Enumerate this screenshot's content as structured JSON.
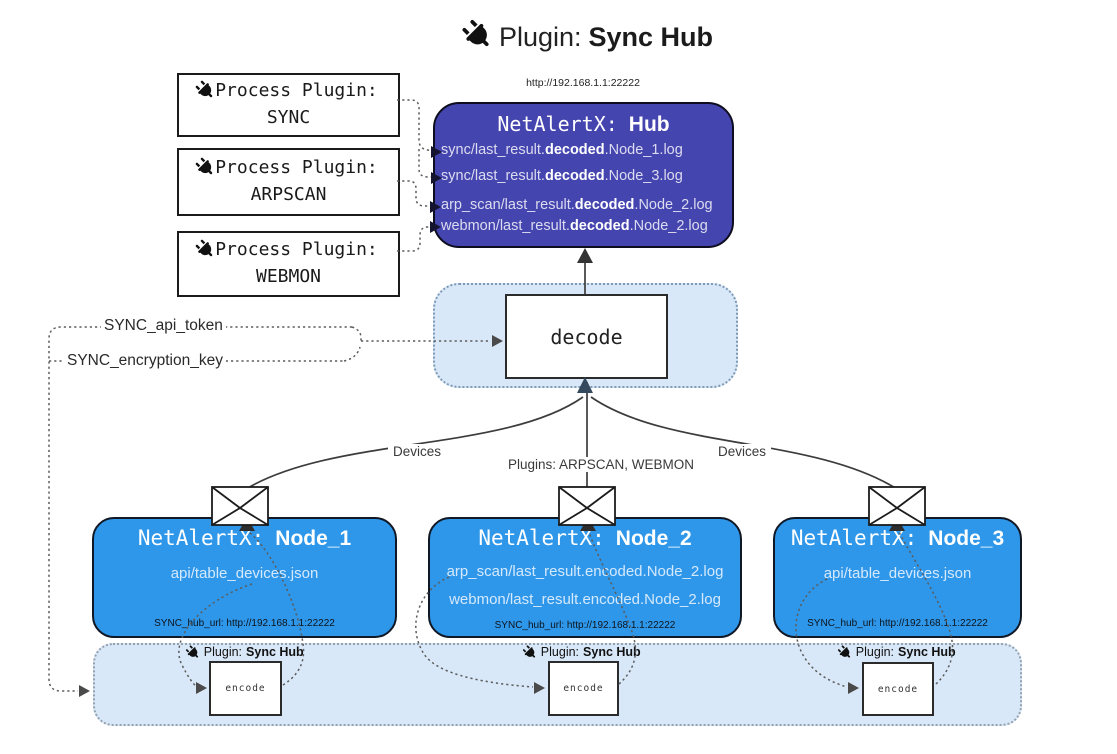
{
  "title": {
    "prefix": "Plugin:",
    "name": "Sync Hub"
  },
  "process_plugins": [
    {
      "label": "Process Plugin:",
      "name": "SYNC"
    },
    {
      "label": "Process Plugin:",
      "name": "ARPSCAN"
    },
    {
      "label": "Process Plugin:",
      "name": "WEBMON"
    }
  ],
  "hub": {
    "url": "http://192.168.1.1:22222",
    "title_prefix": "NetAlertX:",
    "title_name": "Hub",
    "files": [
      {
        "pre": "sync/last_result.",
        "bold": "decoded",
        "post": ".Node_1.log"
      },
      {
        "pre": "sync/last_result.",
        "bold": "decoded",
        "post": ".Node_3.log"
      },
      {
        "pre": "arp_scan/last_result.",
        "bold": "decoded",
        "post": ".Node_2.log"
      },
      {
        "pre": "webmon/last_result.",
        "bold": "decoded",
        "post": ".Node_2.log"
      }
    ]
  },
  "settings": {
    "api_token": "SYNC_api_token",
    "encryption_key": "SYNC_encryption_key"
  },
  "decode": {
    "label": "decode"
  },
  "edge_labels": {
    "devices_left": "Devices",
    "plugins_mid": "Plugins: ARPSCAN, WEBMON",
    "devices_right": "Devices"
  },
  "nodes": [
    {
      "title_prefix": "NetAlertX:",
      "title_name": "Node_1",
      "files": [
        "api/table_devices.json"
      ],
      "hub_url": "SYNC_hub_url: http://192.168.1.1:22222"
    },
    {
      "title_prefix": "NetAlertX:",
      "title_name": "Node_2",
      "files": [
        "arp_scan/last_result.encoded.Node_2.log",
        "webmon/last_result.encoded.Node_2.log"
      ],
      "hub_url": "SYNC_hub_url: http://192.168.1.1:22222"
    },
    {
      "title_prefix": "NetAlertX:",
      "title_name": "Node_3",
      "files": [
        "api/table_devices.json"
      ],
      "hub_url": "SYNC_hub_url: http://192.168.1.1:22222"
    }
  ],
  "encoders": [
    {
      "label_prefix": "Plugin:",
      "label_name": "Sync Hub",
      "box_label": "encode"
    },
    {
      "label_prefix": "Plugin:",
      "label_name": "Sync Hub",
      "box_label": "encode"
    },
    {
      "label_prefix": "Plugin:",
      "label_name": "Sync Hub",
      "box_label": "encode"
    }
  ],
  "colors": {
    "hub_bg": "#4545b0",
    "node_bg": "#2e97ea",
    "container_bg": "#d9e8f8",
    "arrow_dark": "#34495e"
  }
}
